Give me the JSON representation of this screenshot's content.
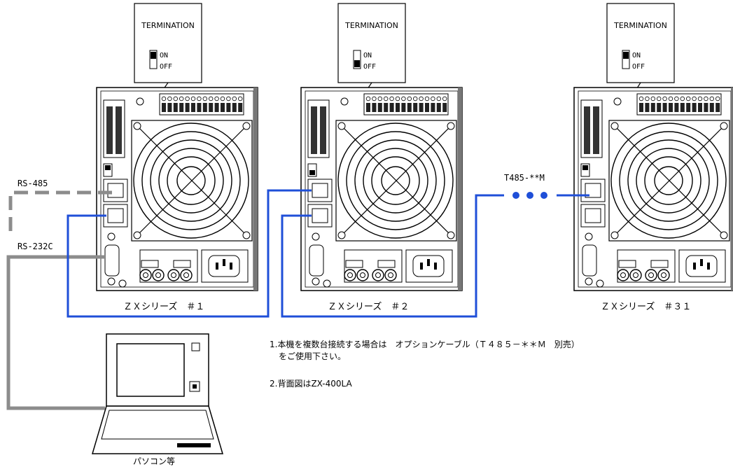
{
  "units": [
    {
      "termination_label": "TERMINATION",
      "on_label": "ON",
      "off_label": "OFF",
      "switch_state": "ON",
      "name": "ＺＸシリーズ　＃１"
    },
    {
      "termination_label": "TERMINATION",
      "on_label": "ON",
      "off_label": "OFF",
      "switch_state": "OFF",
      "name": "ＺＸシリーズ　＃２"
    },
    {
      "termination_label": "TERMINATION",
      "on_label": "ON",
      "off_label": "OFF",
      "switch_state": "ON",
      "name": "ＺＸシリーズ　＃３１"
    }
  ],
  "cables": {
    "rs485": "RS-485",
    "rs232c": "RS-232C",
    "t485": "T485-**M"
  },
  "pc_label": "パソコン等",
  "notes": {
    "note1_line1": "1.本機を複数台接続する場合は　オプションケーブル（Ｔ４８５－＊＊Ｍ　別売）",
    "note1_line2": "をご使用下さい。",
    "note2": "2.背面図はZX-400LA"
  },
  "colors": {
    "link_cable": "#1f4fd8",
    "gray_cable": "#8c8c8c",
    "line": "#000000"
  }
}
